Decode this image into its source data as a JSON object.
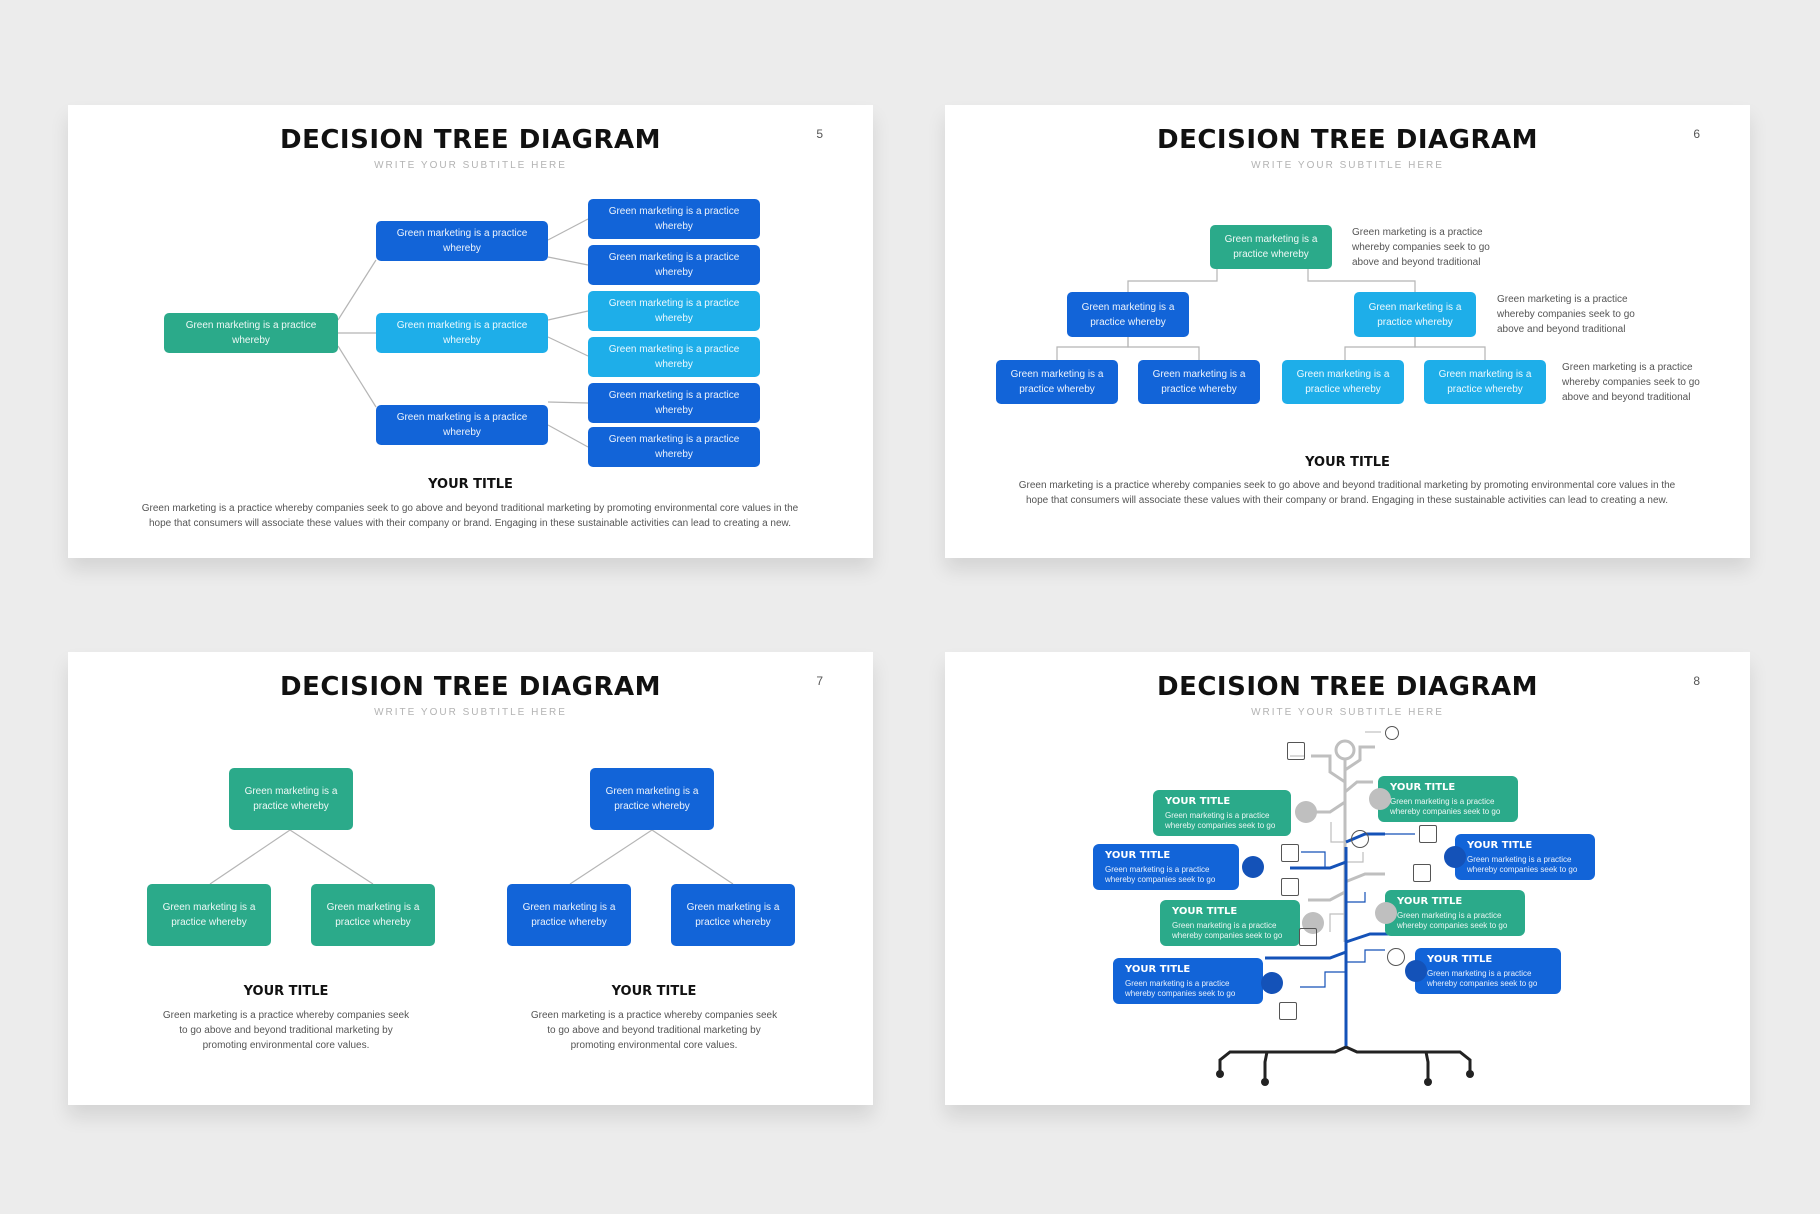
{
  "colors": {
    "teal": "#2baa8a",
    "blue": "#1264d8",
    "cyan": "#1eaee9",
    "grey": "#bfbfbf",
    "dark": "#222222"
  },
  "slides": [
    {
      "number": "5",
      "title": "DECISION TREE DIAGRAM",
      "subtitle": "WRITE YOUR SUBTITLE HERE",
      "root": "Green marketing is a practice whereby",
      "mid": [
        "Green marketing is a practice whereby",
        "Green marketing is a practice whereby",
        "Green marketing is a practice whereby"
      ],
      "leaves": [
        "Green marketing is a practice whereby",
        "Green marketing is a practice whereby",
        "Green marketing is a practice whereby",
        "Green marketing is a practice whereby",
        "Green marketing is a practice whereby",
        "Green marketing is a practice whereby"
      ],
      "heading": "YOUR TITLE",
      "body": "Green marketing is a practice whereby companies seek to go above and beyond traditional marketing by promoting environmental core values in the hope that consumers will associate these values with their company or brand. Engaging in these sustainable activities can lead to creating a new."
    },
    {
      "number": "6",
      "title": "DECISION TREE DIAGRAM",
      "subtitle": "WRITE YOUR SUBTITLE HERE",
      "root": "Green marketing is a practice whereby",
      "mid": [
        "Green marketing is a practice whereby",
        "Green marketing is a practice whereby"
      ],
      "leaves": [
        "Green marketing is a practice whereby",
        "Green marketing is a practice whereby",
        "Green marketing is a practice whereby",
        "Green marketing is a practice whereby"
      ],
      "notes": [
        "Green marketing is a practice whereby companies seek to go above and beyond traditional",
        "Green marketing is a practice whereby companies seek to go above and beyond traditional",
        "Green marketing is a practice whereby companies seek to go above and beyond traditional"
      ],
      "heading": "YOUR TITLE",
      "body": "Green marketing is a practice whereby companies seek to go above and beyond traditional marketing by promoting environmental core values in the hope that consumers will associate these values with their company or brand. Engaging in these sustainable activities can lead to creating a new."
    },
    {
      "number": "7",
      "title": "DECISION TREE DIAGRAM",
      "subtitle": "WRITE YOUR SUBTITLE HERE",
      "left": {
        "root": "Green marketing is a practice whereby",
        "children": [
          "Green marketing is a practice whereby",
          "Green marketing is a practice whereby"
        ],
        "heading": "YOUR TITLE",
        "body": "Green marketing is a practice whereby companies seek to go above and beyond traditional marketing by promoting environmental core values."
      },
      "right": {
        "root": "Green marketing is a practice whereby",
        "children": [
          "Green marketing is a practice whereby",
          "Green marketing is a practice whereby"
        ],
        "heading": "YOUR TITLE",
        "body": "Green marketing is a practice whereby companies seek to go above and beyond traditional marketing by promoting environmental core values."
      }
    },
    {
      "number": "8",
      "title": "DECISION TREE DIAGRAM",
      "subtitle": "WRITE YOUR SUBTITLE HERE",
      "cards": [
        {
          "title": "YOUR TITLE",
          "desc": "Green marketing is a practice whereby companies seek to go",
          "color": "teal"
        },
        {
          "title": "YOUR TITLE",
          "desc": "Green marketing is a practice whereby companies seek to go",
          "color": "teal"
        },
        {
          "title": "YOUR TITLE",
          "desc": "Green marketing is a practice whereby companies seek to go",
          "color": "blue"
        },
        {
          "title": "YOUR TITLE",
          "desc": "Green marketing is a practice whereby companies seek to go",
          "color": "blue"
        },
        {
          "title": "YOUR TITLE",
          "desc": "Green marketing is a practice whereby companies seek to go",
          "color": "teal"
        },
        {
          "title": "YOUR TITLE",
          "desc": "Green marketing is a practice whereby companies seek to go",
          "color": "teal"
        },
        {
          "title": "YOUR TITLE",
          "desc": "Green marketing is a practice whereby companies seek to go",
          "color": "blue"
        },
        {
          "title": "YOUR TITLE",
          "desc": "Green marketing is a practice whereby companies seek to go",
          "color": "blue"
        }
      ],
      "icons": [
        "monitor-icon",
        "search-icon",
        "network-icon",
        "map-icon",
        "chart-icon",
        "store-icon",
        "layout-icon",
        "computer-icon",
        "user-icon",
        "money-icon"
      ]
    }
  ]
}
